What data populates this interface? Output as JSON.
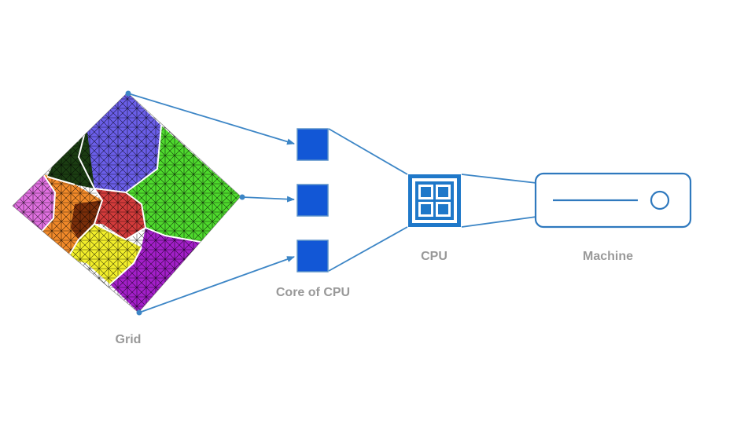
{
  "labels": {
    "grid": "Grid",
    "core": "Core of CPU",
    "cpu": "CPU",
    "machine": "Machine"
  },
  "colors": {
    "line": "#3d86c6",
    "core_fill": "#1257d6",
    "core_border": "#5b92c9",
    "cpu_frame": "#1f78c9",
    "machine_stroke": "#2f79be",
    "label_text": "#999999",
    "mesh_partitions": [
      "#6a5ee8",
      "#4ed92d",
      "#e070e0",
      "#1b3d12",
      "#f28a2a",
      "#d33b3b",
      "#a31fc9",
      "#f2ee2a",
      "#7a2e0a"
    ]
  },
  "icons": {
    "cpu": "cpu-chip-icon",
    "machine": "server-machine-icon",
    "grid": "partitioned-mesh-grid-icon"
  }
}
